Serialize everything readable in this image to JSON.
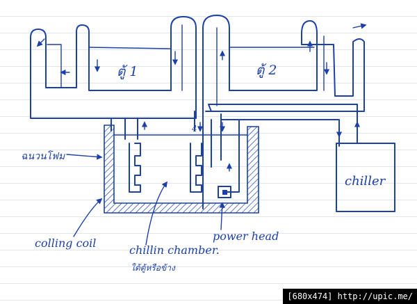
{
  "labels": {
    "tank1": "ตู้ 1",
    "tank2": "ตู้ 2",
    "chiller": "chiller",
    "insulation": "ฉนวนโฟม",
    "cooling_coil": "colling coil",
    "chiller_chamber": "chillin chamber.",
    "chamber_note": "ใต้ตู้หรือข้าง",
    "power_head": "power head",
    "number_mark": "4"
  },
  "caption": "[680x474] http://upic.me/"
}
